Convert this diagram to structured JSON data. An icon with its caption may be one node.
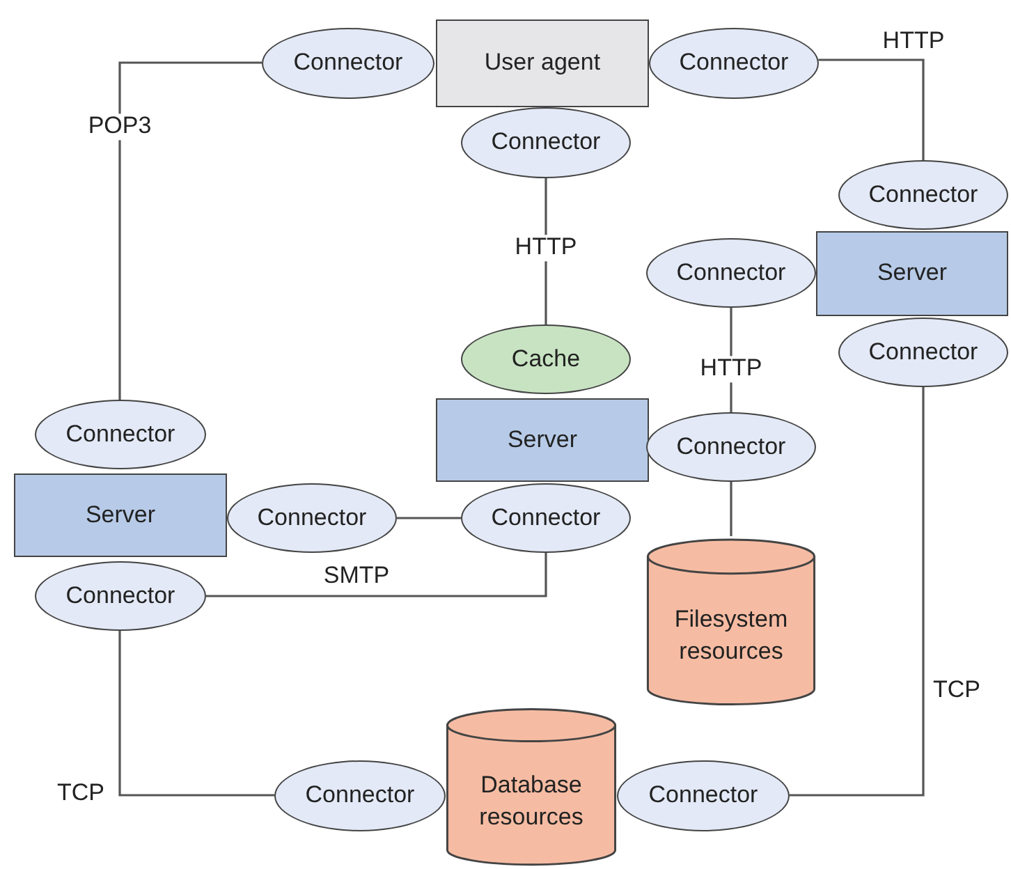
{
  "diagram": {
    "nodes": [
      {
        "text": [
          "Connector"
        ]
      },
      {
        "text": [
          "User agent"
        ]
      },
      {
        "text": [
          "Connector"
        ]
      },
      {
        "text": [
          "Connector"
        ]
      },
      {
        "text": [
          "Connector"
        ]
      },
      {
        "text": [
          "Connector"
        ]
      },
      {
        "text": [
          "Server"
        ]
      },
      {
        "text": [
          "Connector"
        ]
      },
      {
        "text": [
          "Cache"
        ]
      },
      {
        "text": [
          "Connector"
        ]
      },
      {
        "text": [
          "Server"
        ]
      },
      {
        "text": [
          "Connector"
        ]
      },
      {
        "text": [
          "Server"
        ]
      },
      {
        "text": [
          "Connector"
        ]
      },
      {
        "text": [
          "Connector"
        ]
      },
      {
        "text": [
          "Filesystem resources"
        ]
      },
      {
        "text": [
          "Connector"
        ]
      },
      {
        "text": [
          "Database resources"
        ]
      },
      {
        "text": [
          "Connector"
        ]
      },
      {
        "text": [
          "Connector"
        ]
      }
    ],
    "edges": [
      {
        "from": 0,
        "to": 9,
        "arrow": "none",
        "label": "POP3"
      },
      {
        "from": 2,
        "to": 4,
        "arrow": "none",
        "label": "HTTP"
      },
      {
        "from": 3,
        "to": 8,
        "arrow": "none",
        "label": "HTTP"
      },
      {
        "from": 5,
        "to": 11,
        "arrow": "none",
        "label": "HTTP"
      },
      {
        "from": 13,
        "to": 14,
        "arrow": "none"
      },
      {
        "from": 16,
        "to": 14,
        "arrow": "none",
        "label": "SMTP"
      },
      {
        "from": 11,
        "to": 15,
        "arrow": "none"
      },
      {
        "from": 16,
        "to": 18,
        "arrow": "none",
        "label": "TCP"
      },
      {
        "from": 7,
        "to": 19,
        "arrow": "none",
        "label": "TCP"
      }
    ]
  }
}
